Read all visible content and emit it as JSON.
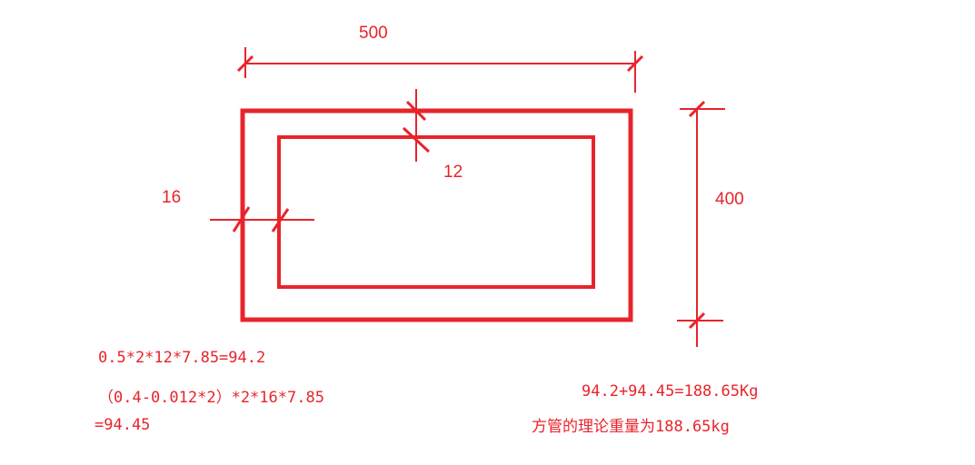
{
  "diagram": {
    "stroke_color": "#e8242b",
    "background": "#ffffff",
    "dimensions": {
      "width": "500",
      "height": "400",
      "top_thickness": "12",
      "side_thickness": "16"
    }
  },
  "calculations": {
    "line1": "0.5*2*12*7.85=94.2",
    "line2": "（0.4-0.012*2）*2*16*7.85",
    "line3": "=94.45",
    "total": "94.2+94.45=188.65Kg",
    "conclusion": "方管的理论重量为188.65kg"
  }
}
